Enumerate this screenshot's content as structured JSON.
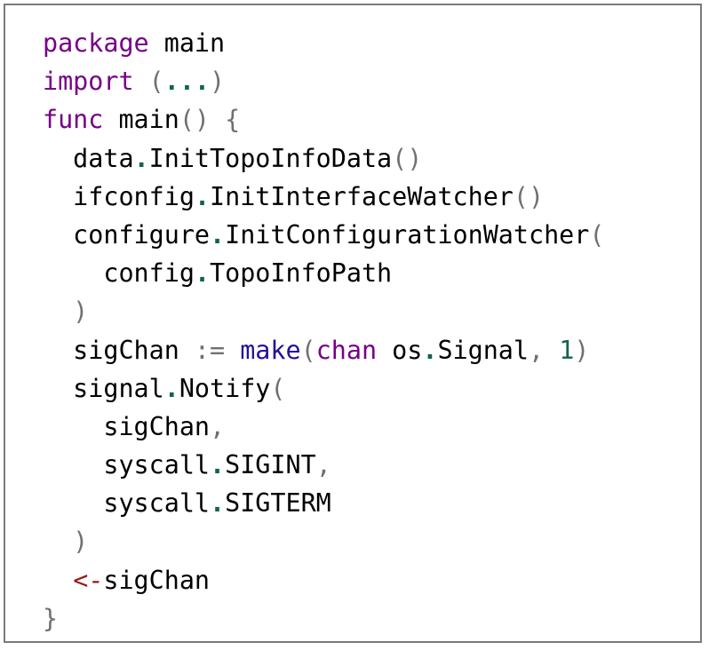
{
  "code": {
    "language": "Go",
    "lines": [
      [
        {
          "text": "package",
          "kind": "keyword"
        },
        {
          "text": " main",
          "kind": "identifier"
        }
      ],
      [
        {
          "text": "import",
          "kind": "keyword"
        },
        {
          "text": " (",
          "kind": "punctuation"
        },
        {
          "text": "...",
          "kind": "dot"
        },
        {
          "text": ")",
          "kind": "punctuation"
        }
      ],
      [
        {
          "text": "func",
          "kind": "keyword"
        },
        {
          "text": " main",
          "kind": "identifier"
        },
        {
          "text": "() {",
          "kind": "punctuation"
        }
      ],
      [
        {
          "text": "  data",
          "kind": "identifier"
        },
        {
          "text": ".",
          "kind": "dot"
        },
        {
          "text": "InitTopoInfoData",
          "kind": "identifier"
        },
        {
          "text": "()",
          "kind": "punctuation"
        }
      ],
      [
        {
          "text": "  ifconfig",
          "kind": "identifier"
        },
        {
          "text": ".",
          "kind": "dot"
        },
        {
          "text": "InitInterfaceWatcher",
          "kind": "identifier"
        },
        {
          "text": "()",
          "kind": "punctuation"
        }
      ],
      [
        {
          "text": "  configure",
          "kind": "identifier"
        },
        {
          "text": ".",
          "kind": "dot"
        },
        {
          "text": "InitConfigurationWatcher",
          "kind": "identifier"
        },
        {
          "text": "(",
          "kind": "punctuation"
        }
      ],
      [
        {
          "text": "    config",
          "kind": "identifier"
        },
        {
          "text": ".",
          "kind": "dot"
        },
        {
          "text": "TopoInfoPath",
          "kind": "identifier"
        }
      ],
      [
        {
          "text": "  )",
          "kind": "punctuation"
        }
      ],
      [
        {
          "text": "  sigChan",
          "kind": "identifier"
        },
        {
          "text": " :=",
          "kind": "punctuation"
        },
        {
          "text": " ",
          "kind": "identifier"
        },
        {
          "text": "make",
          "kind": "builtin"
        },
        {
          "text": "(",
          "kind": "punctuation"
        },
        {
          "text": "chan",
          "kind": "keyword"
        },
        {
          "text": " os",
          "kind": "identifier"
        },
        {
          "text": ".",
          "kind": "dot"
        },
        {
          "text": "Signal",
          "kind": "identifier"
        },
        {
          "text": ", ",
          "kind": "punctuation"
        },
        {
          "text": "1",
          "kind": "number"
        },
        {
          "text": ")",
          "kind": "punctuation"
        }
      ],
      [
        {
          "text": "  signal",
          "kind": "identifier"
        },
        {
          "text": ".",
          "kind": "dot"
        },
        {
          "text": "Notify",
          "kind": "identifier"
        },
        {
          "text": "(",
          "kind": "punctuation"
        }
      ],
      [
        {
          "text": "    sigChan",
          "kind": "identifier"
        },
        {
          "text": ",",
          "kind": "punctuation"
        }
      ],
      [
        {
          "text": "    syscall",
          "kind": "identifier"
        },
        {
          "text": ".",
          "kind": "dot"
        },
        {
          "text": "SIGINT",
          "kind": "identifier"
        },
        {
          "text": ",",
          "kind": "punctuation"
        }
      ],
      [
        {
          "text": "    syscall",
          "kind": "identifier"
        },
        {
          "text": ".",
          "kind": "dot"
        },
        {
          "text": "SIGTERM",
          "kind": "identifier"
        }
      ],
      [
        {
          "text": "  )",
          "kind": "punctuation"
        }
      ],
      [
        {
          "text": "  ",
          "kind": "identifier"
        },
        {
          "text": "<-",
          "kind": "operator"
        },
        {
          "text": "sigChan",
          "kind": "identifier"
        }
      ],
      [
        {
          "text": "}",
          "kind": "punctuation"
        }
      ]
    ]
  },
  "colors": {
    "keyword": "#770088",
    "builtin": "#221199",
    "punctuation": "#707070",
    "dot": "#116644",
    "number": "#116644",
    "operator": "#981a1a",
    "identifier": "#000000",
    "border": "#7a7a7a"
  }
}
